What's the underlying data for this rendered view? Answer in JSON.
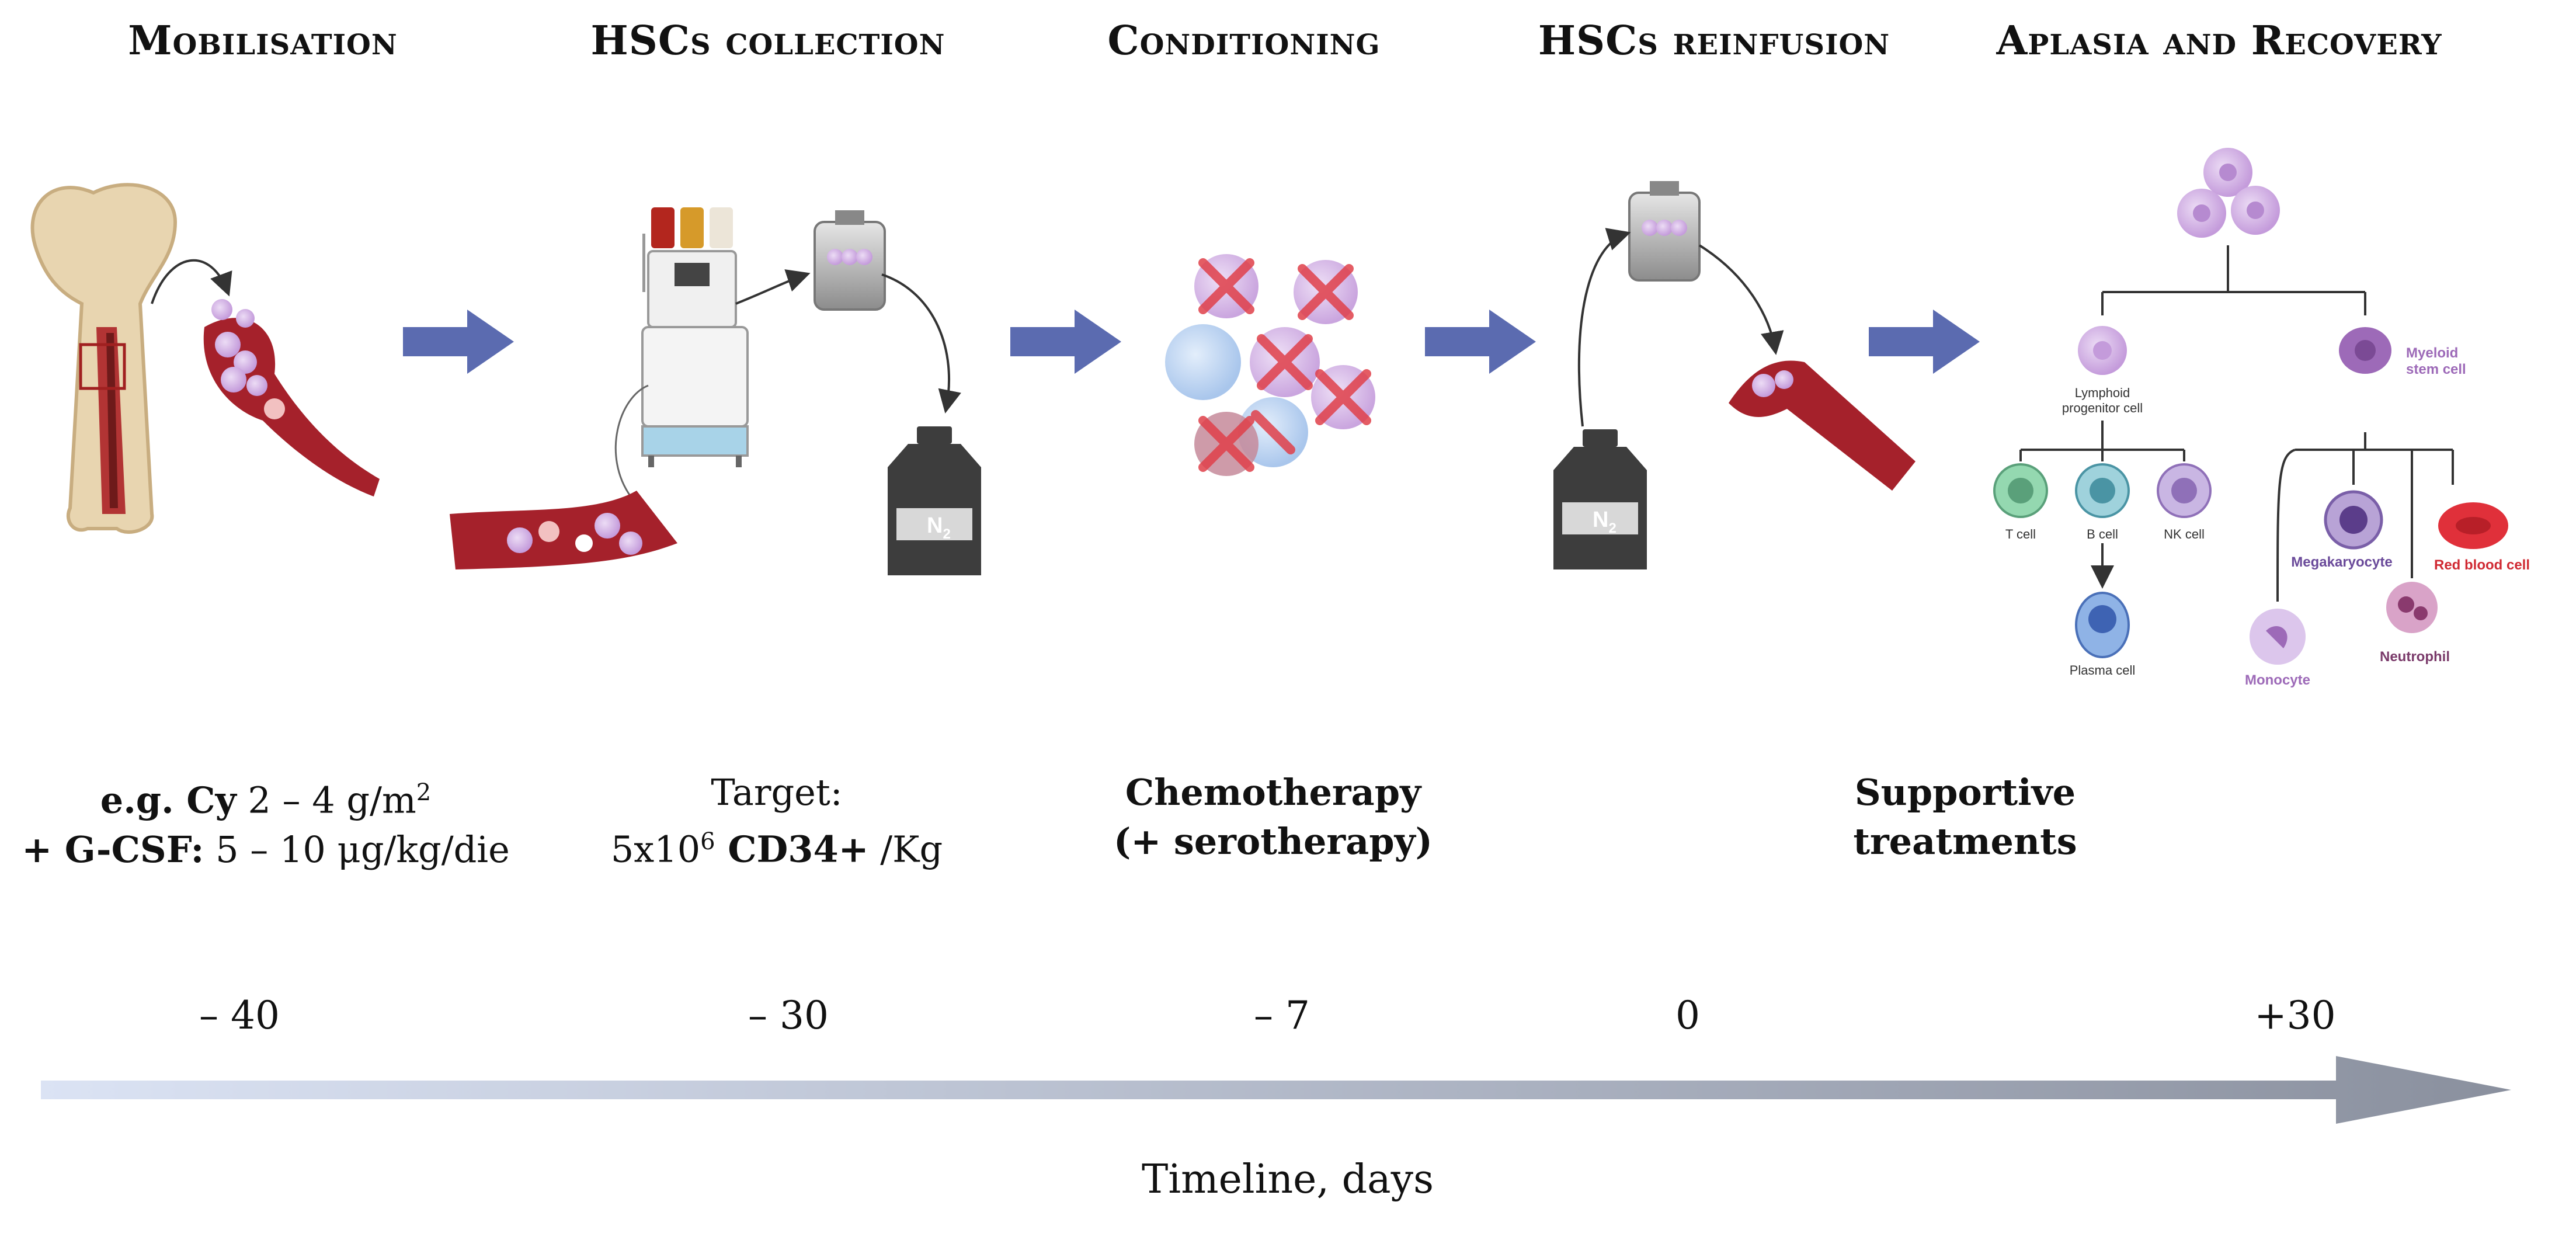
{
  "headings": {
    "mobilisation": "Mobilisation",
    "collection": "HSCs collection",
    "conditioning": "Conditioning",
    "reinfusion": "HSCs reinfusion",
    "recovery": "Aplasia and Recovery"
  },
  "treatments": {
    "mob_line1_bold": "e.g. Cy",
    "mob_line1_rest": " 2 – 4 g/m",
    "mob_line1_sup": "2",
    "mob_line2_bold": "+ G-CSF:",
    "mob_line2_rest": " 5 – 10 μg/kg/die",
    "coll_line1": "Target:",
    "coll_line2_pre": "5x10",
    "coll_line2_sup": "6",
    "coll_line2_bold": " CD34+",
    "coll_line2_post": " /Kg",
    "cond_line1": "Chemotherapy",
    "cond_line2": "(+ serotherapy)",
    "rec_line1": "Supportive",
    "rec_line2": "treatments"
  },
  "timeline": {
    "days": [
      "– 40",
      "– 30",
      "– 7",
      "0",
      "+30"
    ],
    "label": "Timeline, days"
  },
  "tank_label": "N",
  "tank_label_sub": "2",
  "cells": {
    "lymphoid": "Lymphoid",
    "lymphoid2": "progenitor cell",
    "myeloid": "Myeloid",
    "myeloid2": "stem cell",
    "t_cell": "T cell",
    "b_cell": "B cell",
    "nk_cell": "NK cell",
    "plasma_cell": "Plasma cell",
    "megakaryocyte": "Megakaryocyte",
    "red_blood_cell": "Red blood cell",
    "neutrophil": "Neutrophil",
    "monocyte": "Monocyte"
  },
  "colors": {
    "flow_arrow": "#5b6bb0",
    "vessel": "#a5212b",
    "tank": "#3d3d3d",
    "cell_purple": "#c9a6dd",
    "cross": "#e0404a"
  }
}
